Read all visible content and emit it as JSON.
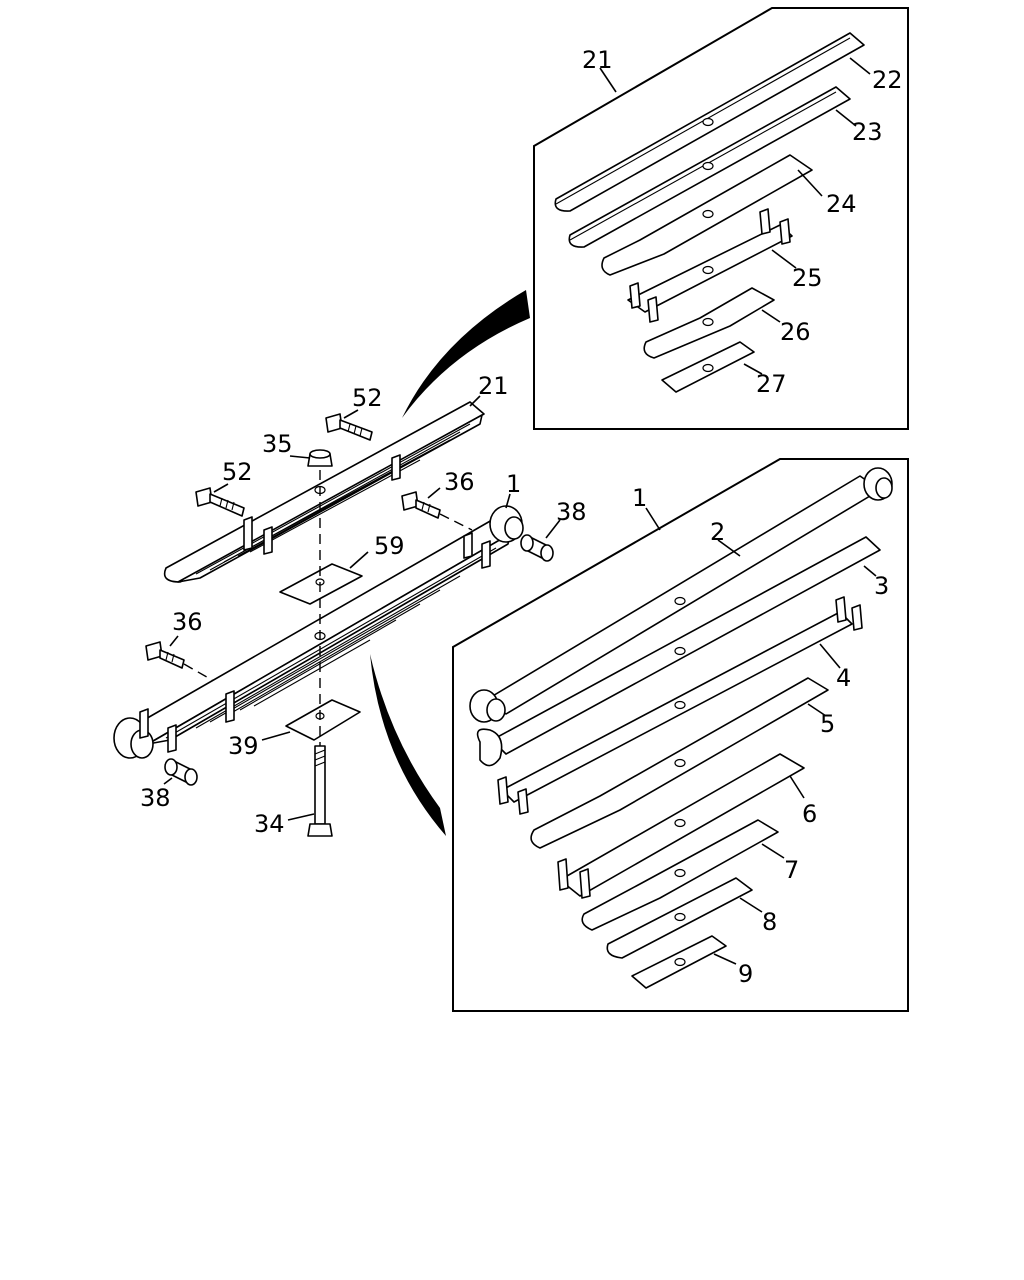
{
  "diagram": {
    "callouts": {
      "c22": "22",
      "c23": "23",
      "c24": "24",
      "c25": "25",
      "c26": "26",
      "c27": "27",
      "c21_top": "21",
      "c21_main": "21",
      "c52_a": "52",
      "c52_b": "52",
      "c35": "35",
      "c36_a": "36",
      "c36_b": "36",
      "c1_main": "1",
      "c38_a": "38",
      "c38_b": "38",
      "c59": "59",
      "c39": "39",
      "c34": "34",
      "c1_box": "1",
      "c2": "2",
      "c3": "3",
      "c4": "4",
      "c5": "5",
      "c6": "6",
      "c7": "7",
      "c8": "8",
      "c9": "9"
    }
  }
}
